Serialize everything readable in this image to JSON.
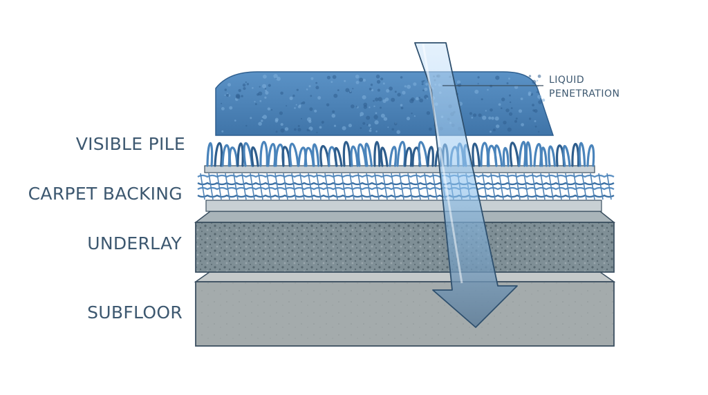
{
  "layers": {
    "pile": "VISIBLE PILE",
    "backing": "CARPET BACKING",
    "underlay": "UNDERLAY",
    "subfloor": "SUBFLOOR"
  },
  "callout": {
    "line1": "LIQUID",
    "line2": "PENETRATION"
  },
  "colors": {
    "label_text": "#3d5870",
    "pile_blue": "#4f86bd",
    "pile_dark": "#2f5f8f",
    "underlay_gray": "#7d8c93",
    "subfloor_gray": "#a3aaab",
    "outline": "#3b4f60",
    "liquid": "#8fc3ef"
  }
}
